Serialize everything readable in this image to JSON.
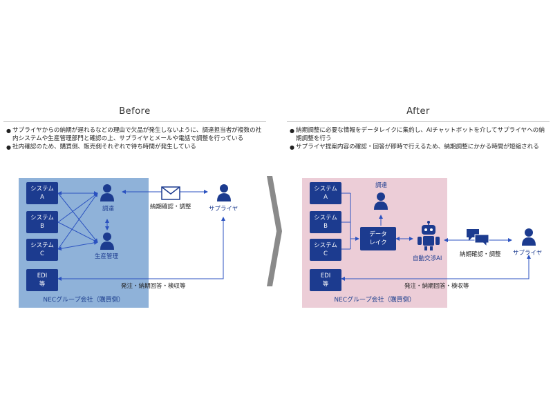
{
  "before": {
    "title": "Before",
    "bullets": [
      "サプライヤからの納期が遅れるなどの理由で欠品が発生しないように、調達担当者が複数の社内システムや生産管理部門と確認の上、サプライヤとメールや電話で調整を行っている",
      "社内確認のため、購買側、販売側それぞれで待ち時間が発生している"
    ],
    "systems": [
      {
        "name": "システム",
        "sub": "A"
      },
      {
        "name": "システム",
        "sub": "B"
      },
      {
        "name": "システム",
        "sub": "C"
      }
    ],
    "edi": {
      "name": "EDI",
      "sub": "等"
    },
    "procurement_label": "調達",
    "production_label": "生産管理",
    "supplier_label": "サプライヤ",
    "mail_label": "納期確認・調整",
    "order_label": "発注・納期回答・検収等",
    "company_label": "NECグループ会社（購買側）"
  },
  "after": {
    "title": "After",
    "bullets": [
      "納期調整に必要な情報をデータレイクに集約し、AIチャットボットを介してサプライヤへの納期調整を行う",
      "サプライヤ提案内容の確認・回答が即時で行えるため、納期調整にかかる時間が短縮される"
    ],
    "systems": [
      {
        "name": "システム",
        "sub": "A"
      },
      {
        "name": "システム",
        "sub": "B"
      },
      {
        "name": "システム",
        "sub": "C"
      }
    ],
    "edi": {
      "name": "EDI",
      "sub": "等"
    },
    "procurement_label": "調達",
    "datalake": {
      "line1": "データ",
      "line2": "レイク"
    },
    "ai_label": "自動交渉AI",
    "chat_label": "納期確認・調整",
    "supplier_label": "サプライヤ",
    "order_label": "発注・納期回答・検収等",
    "company_label": "NECグループ会社（購買側）"
  },
  "icons": [
    "person-icon",
    "envelope-icon",
    "robot-icon",
    "chat-bubbles-icon",
    "chevron-right-icon"
  ],
  "colors": {
    "navy": "#1c3b8f",
    "before_bg": "#8fb2d9",
    "after_bg": "#eccdd7",
    "accent": "#2b52c0"
  }
}
